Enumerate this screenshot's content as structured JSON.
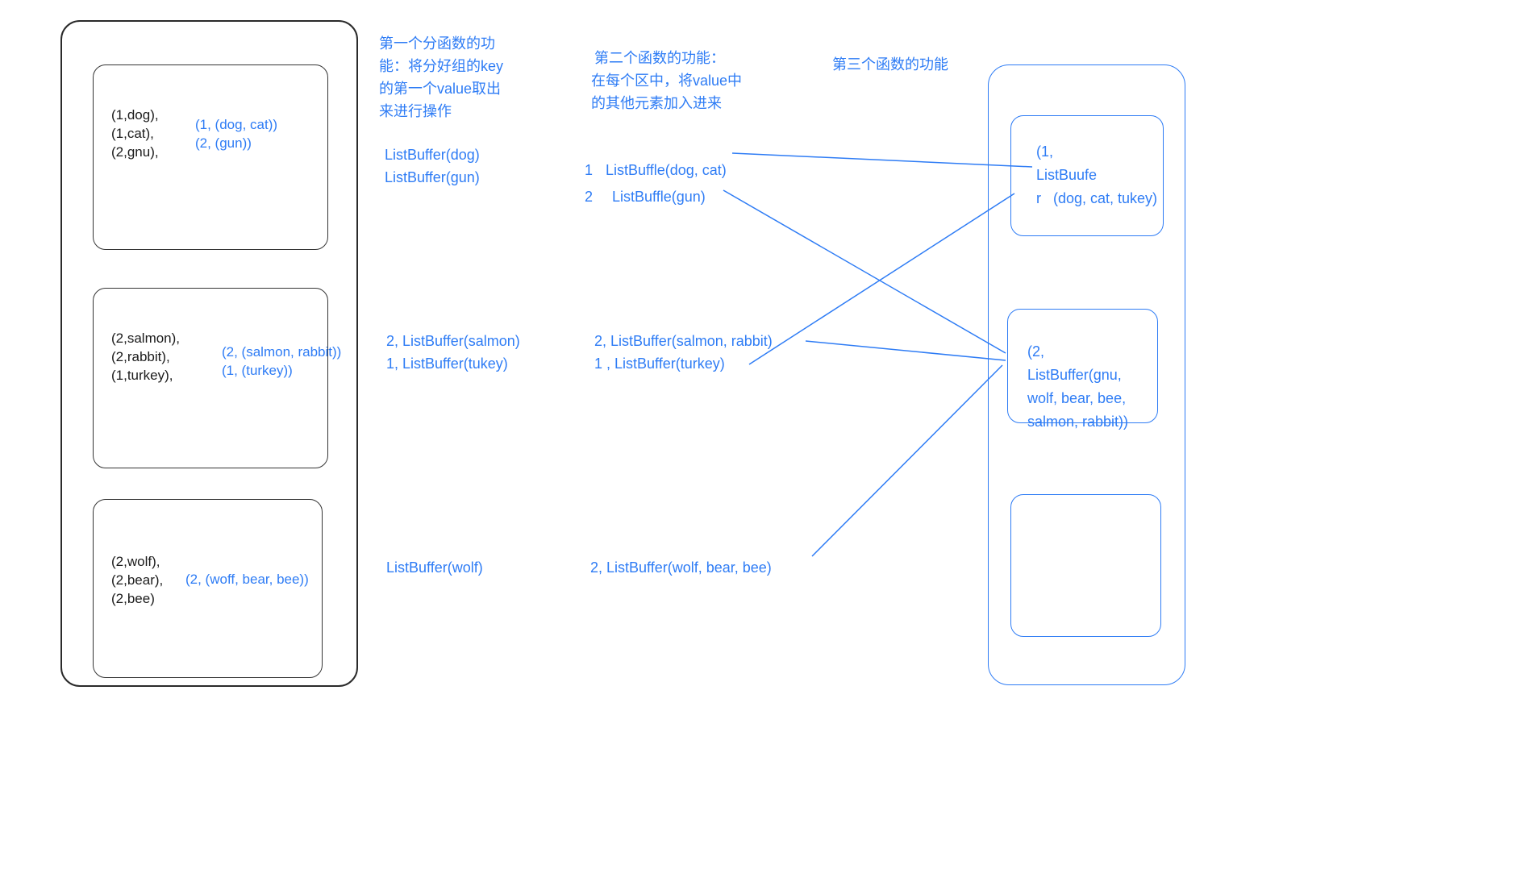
{
  "colors": {
    "blue": "#2E7CF5",
    "black": "#1b1b1b"
  },
  "left_panel": {
    "partitions": [
      {
        "black_lines": [
          "(1,dog),",
          "(1,cat),",
          "(2,gnu),"
        ],
        "blue_lines": [
          "(1, (dog, cat))",
          "(2, (gun))"
        ]
      },
      {
        "black_lines": [
          "(2,salmon),",
          "(2,rabbit),",
          "(1,turkey),"
        ],
        "blue_lines": [
          "(2, (salmon, rabbit))",
          "(1, (turkey))"
        ]
      },
      {
        "black_lines": [
          "(2,wolf),",
          "(2,bear),",
          "(2,bee)"
        ],
        "blue_lines": [
          "(2, (woff, bear, bee))"
        ]
      }
    ]
  },
  "col1": {
    "heading_lines": [
      "第一个分函数的功",
      "能：将分好组的key",
      "的第一个value取出",
      "来进行操作"
    ],
    "group1": [
      "ListBuffer(dog)",
      "ListBuffer(gun)"
    ],
    "group2": [
      "2, ListBuffer(salmon)",
      "1, ListBuffer(tukey)"
    ],
    "group3": [
      "ListBuffer(wolf)"
    ]
  },
  "col2": {
    "heading_lines": [
      "第二个函数的功能：",
      "在每个区中，将value中",
      "的其他元素加入进来"
    ],
    "group1": [
      {
        "num": "1",
        "text": "ListBuffle(dog, cat)"
      },
      {
        "num": "2",
        "text": "ListBuffle(gun)"
      }
    ],
    "group2": [
      "2, ListBuffer(salmon, rabbit)",
      "1 , ListBuffer(turkey)"
    ],
    "group3": [
      "2, ListBuffer(wolf, bear, bee)"
    ]
  },
  "right": {
    "heading": "第三个函数的功能",
    "boxes": [
      {
        "lines": [
          "(1,",
          "ListBuufe",
          "r   (dog, cat, tukey)"
        ]
      },
      {
        "lines": [
          "(2,",
          "ListBuffer(gnu,",
          "wolf, bear, bee,",
          "salmon, rabbit))"
        ]
      },
      {
        "lines": []
      }
    ]
  }
}
